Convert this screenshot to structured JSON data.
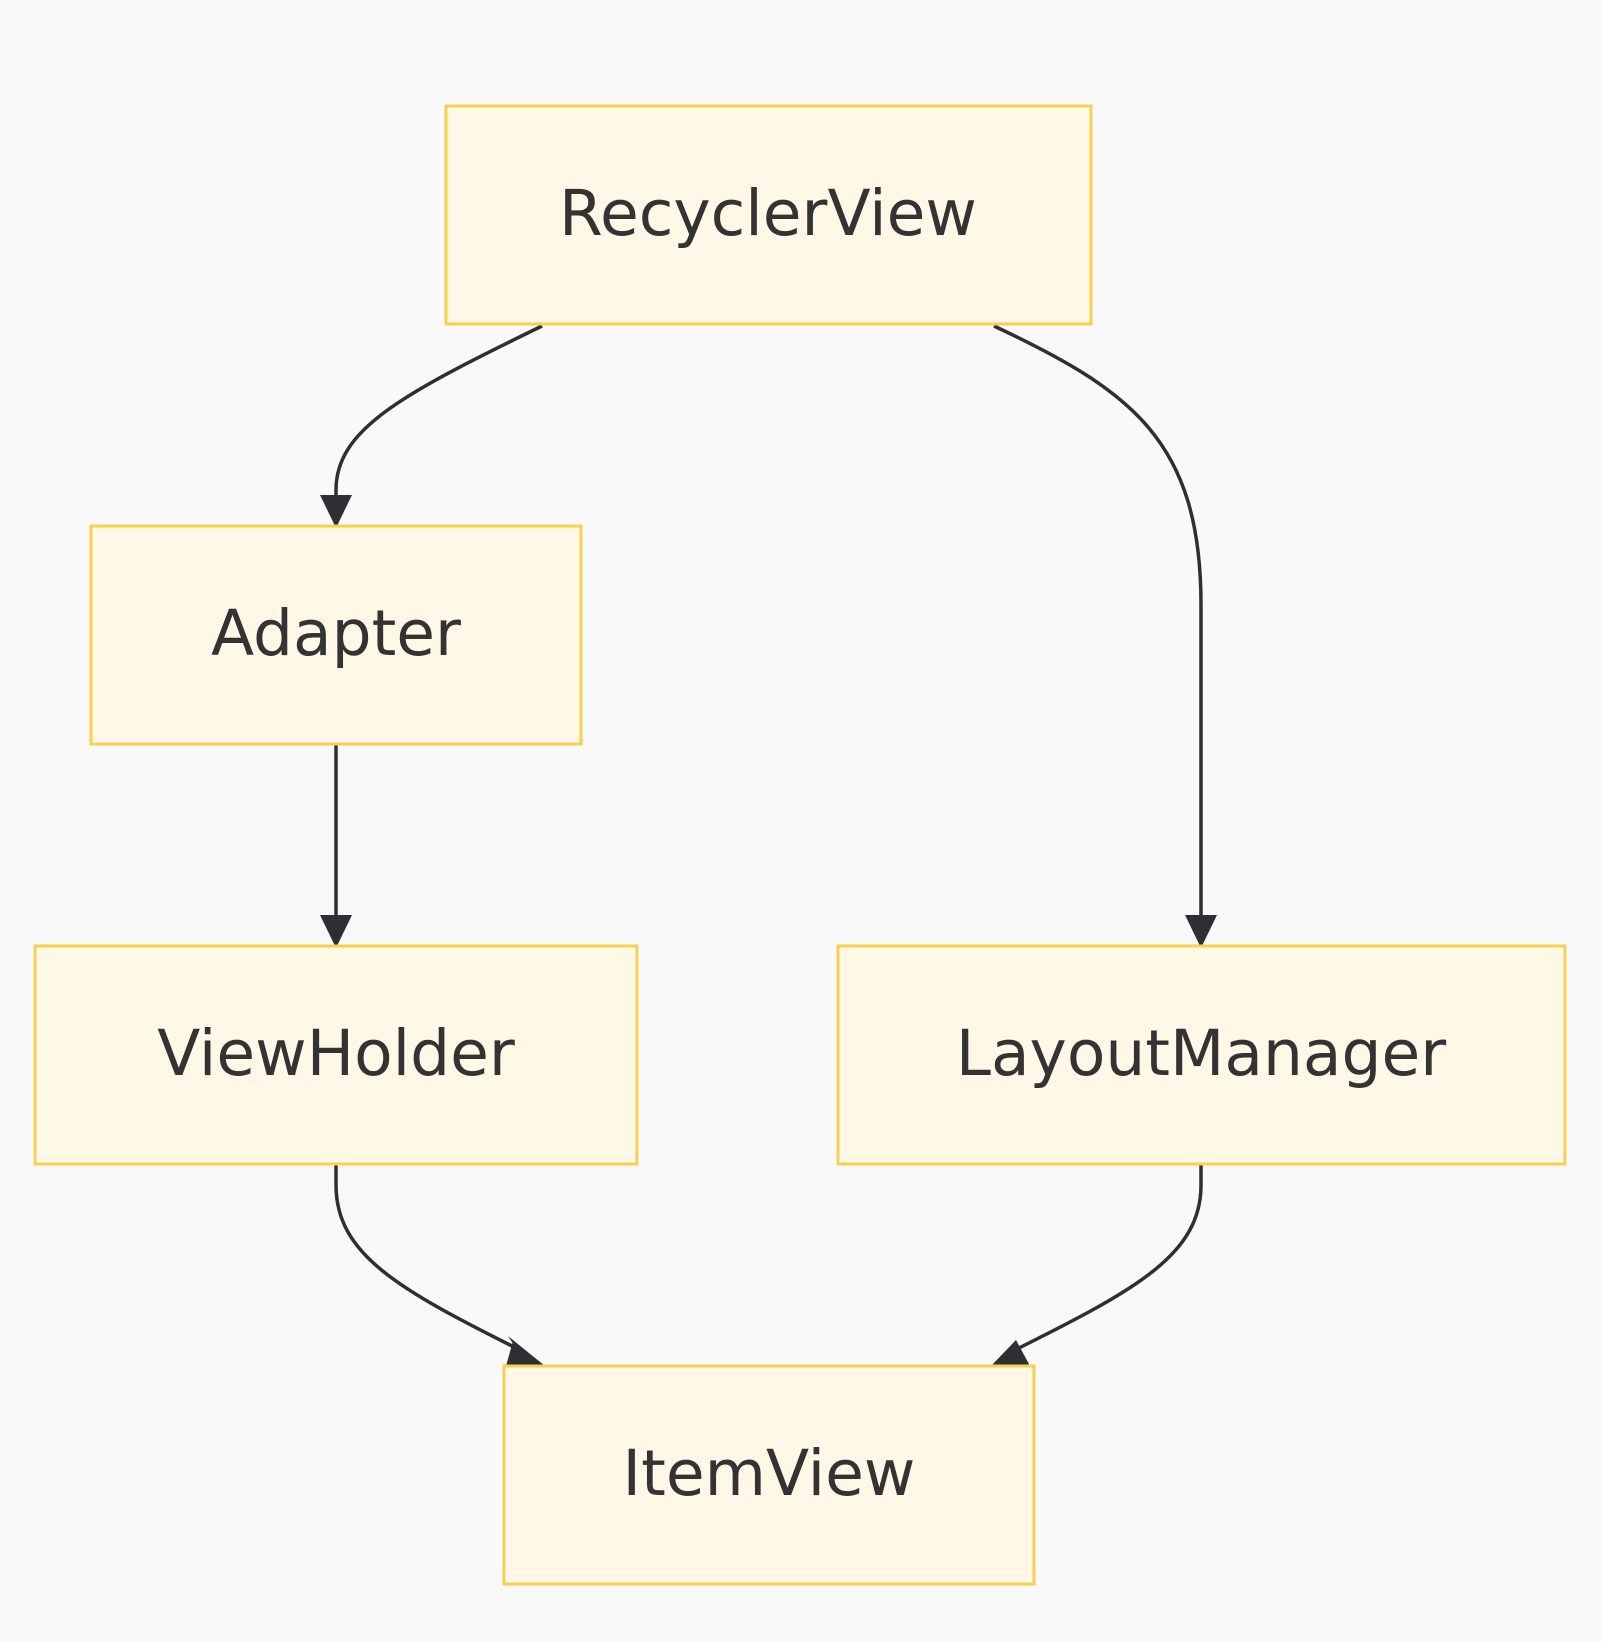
{
  "diagram": {
    "type": "flowchart",
    "direction": "top-down",
    "colors": {
      "background": "#f9f9f9",
      "node_fill": "#fff8e6",
      "node_border": "#f8cf4f",
      "edge": "#2f2f33",
      "text": "#333333"
    },
    "nodes": {
      "recyclerview": {
        "label": "RecyclerView"
      },
      "adapter": {
        "label": "Adapter"
      },
      "viewholder": {
        "label": "ViewHolder"
      },
      "layoutmanager": {
        "label": "LayoutManager"
      },
      "itemview": {
        "label": "ItemView"
      }
    },
    "edges": [
      {
        "from": "RecyclerView",
        "to": "Adapter"
      },
      {
        "from": "RecyclerView",
        "to": "LayoutManager"
      },
      {
        "from": "Adapter",
        "to": "ViewHolder"
      },
      {
        "from": "ViewHolder",
        "to": "ItemView"
      },
      {
        "from": "LayoutManager",
        "to": "ItemView"
      }
    ]
  }
}
